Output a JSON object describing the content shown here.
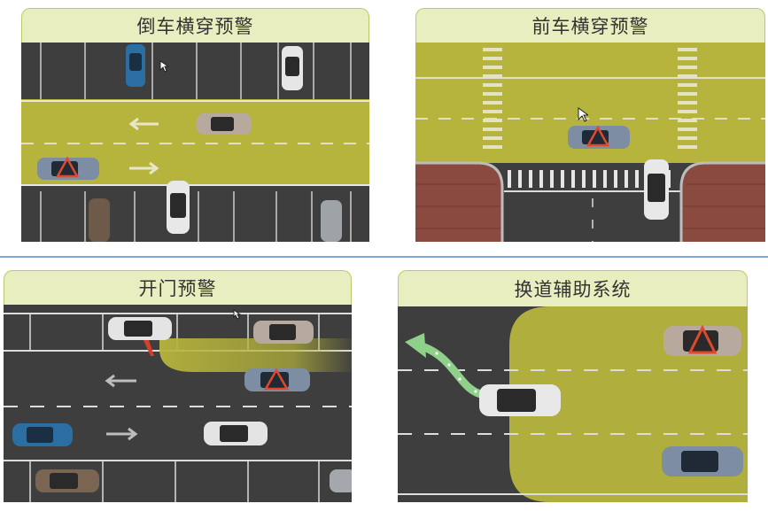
{
  "panels": {
    "rcta": {
      "title": "倒车横穿预警"
    },
    "fcta": {
      "title": "前车横穿预警"
    },
    "doa": {
      "title": "开门预警"
    },
    "lca": {
      "title": "换道辅助系统"
    }
  },
  "colors": {
    "asphalt": "#3e3e3e",
    "zone": "#b6b43c",
    "tab_bg": "#e8eebf",
    "tab_border": "#b9c86a",
    "warning": "#e04a2a",
    "guide_arrow": "#8fd08a",
    "divider": "#7fa6d6"
  },
  "icons": [
    "warning-triangle-icon",
    "direction-arrow-icon",
    "mouse-pointer-icon"
  ]
}
